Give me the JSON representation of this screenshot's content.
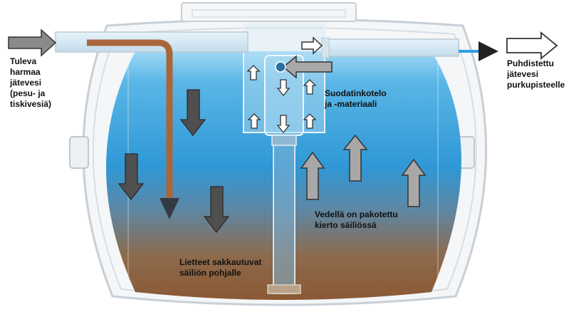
{
  "labels": {
    "inlet": "Tuleva\nharmaa\njätevesi\n(pesu- ja\ntiskivesiä)",
    "outlet": "Puhdistettu\njätevesi\npurkupisteelle",
    "filter": "Suodatinkotelo\nja -materiaali",
    "circulation": "Vedellä on pakotettu\nkierto säiliössä",
    "sludge": "Lietteet sakkautuvat\nsäiliön pohjalle"
  },
  "colors": {
    "water_top": "#8fd0f0",
    "water_mid": "#2e97d6",
    "sludge": "#8e5a2e",
    "inlet_pipe": "#a9663a",
    "tank_outline": "#c8cfd6",
    "arrow_fill": "#a8a8a8",
    "arrow_dark": "#4a4a4a",
    "outflow_line": "#2a9fe0"
  },
  "icons": {
    "inflow": "right-arrow-gray-icon",
    "outflow": "right-arrow-white-icon",
    "flow": "arrow-icon"
  }
}
